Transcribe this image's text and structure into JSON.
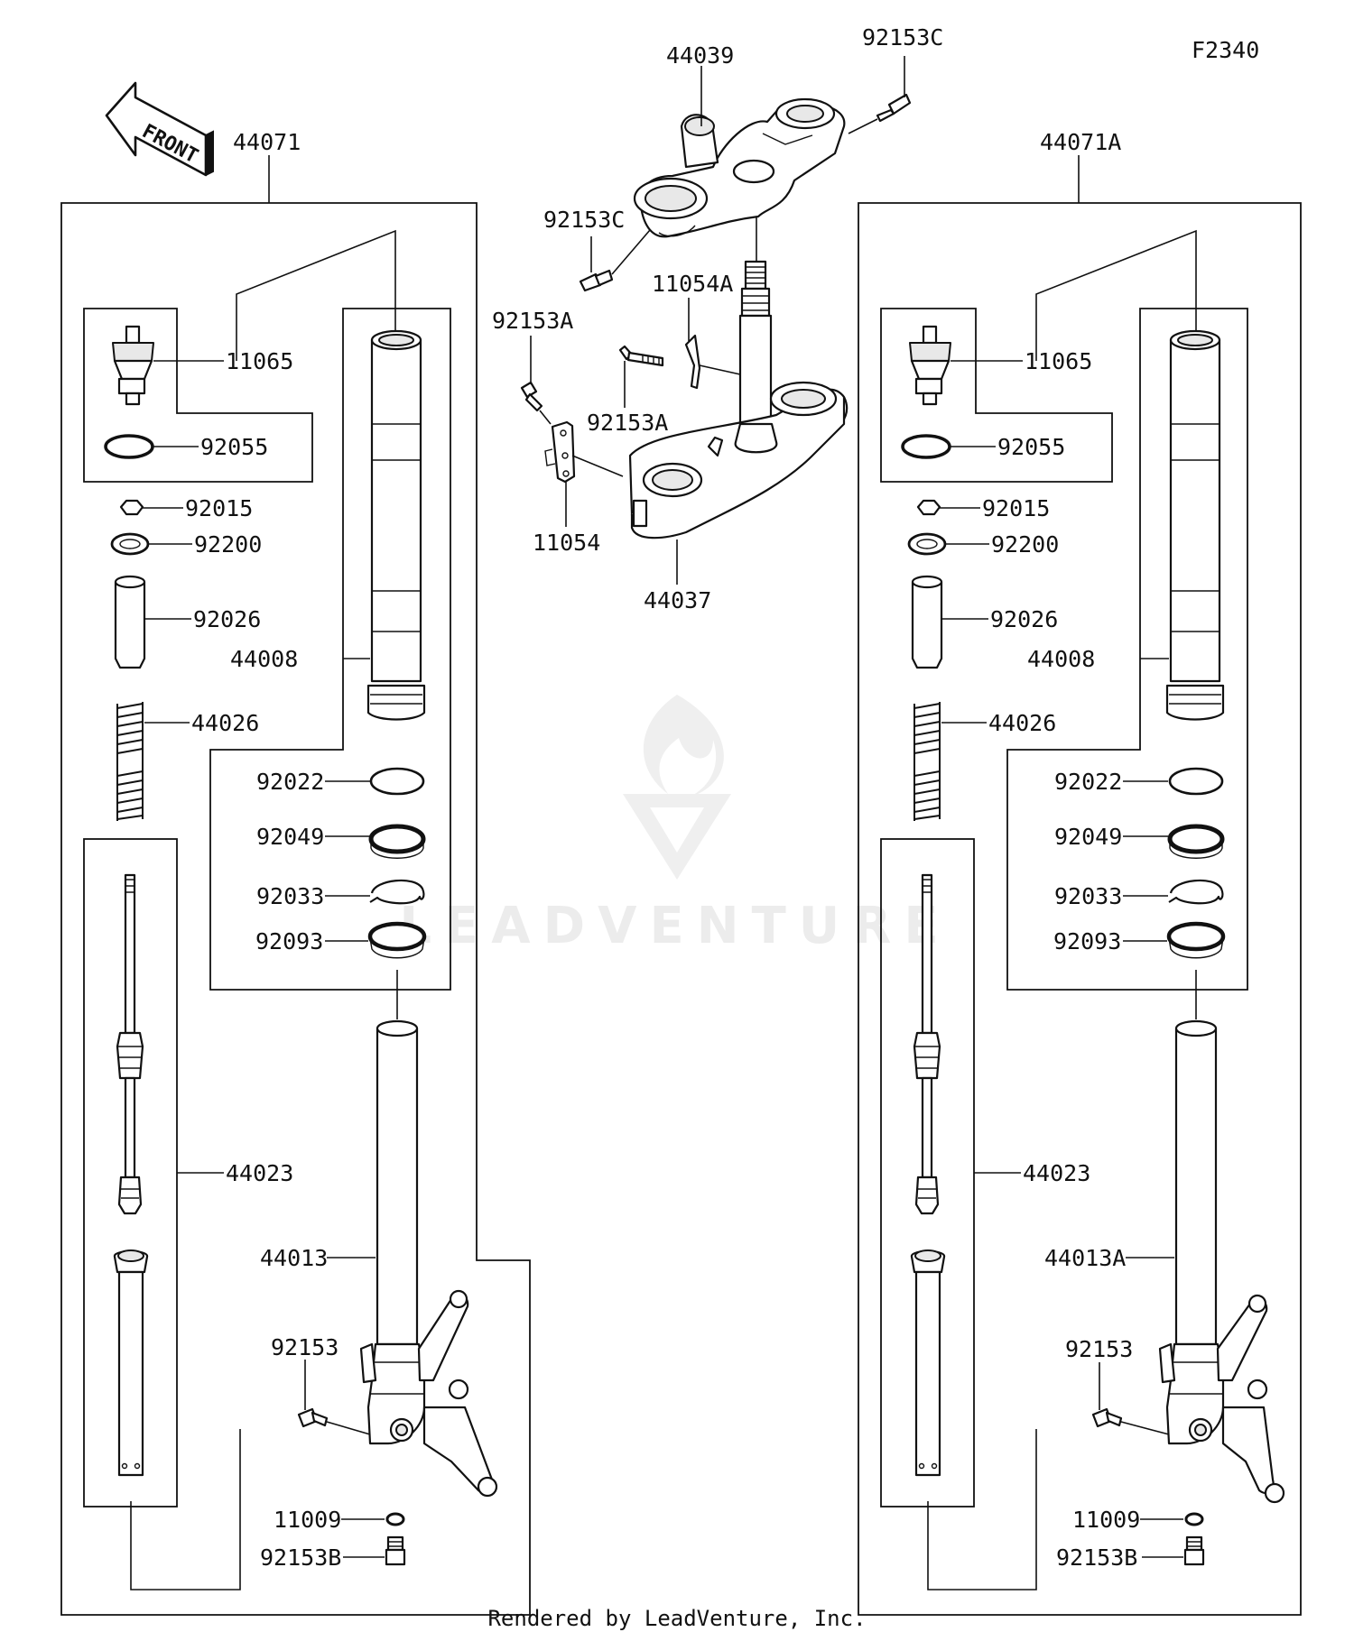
{
  "figure_code": "F2340",
  "front_arrow_text": "FRONT",
  "watermark_text": "LEADVENTURE",
  "footer_text": "Rendered by LeadVenture, Inc.",
  "parts": {
    "top_bracket": "44039",
    "bolt_c_right": "92153C",
    "bolt_c_left": "92153C",
    "clamp_a": "11054A",
    "bolt_a_left": "92153A",
    "bolt_a_mid": "92153A",
    "clamp": "11054",
    "stem_bracket": "44037"
  },
  "left_fork": {
    "assembly": "44071",
    "adjuster": "11065",
    "o_ring": "92055",
    "nut": "92015",
    "washer": "92200",
    "spacer": "92026",
    "spring": "44026",
    "inner_tube": "44008",
    "ring": "92022",
    "oil_seal": "92049",
    "circlip": "92033",
    "dust_seal": "92093",
    "cartridge": "44023",
    "outer_tube": "44013",
    "axle_bolt": "92153",
    "gasket": "11009",
    "bottom_bolt": "92153B"
  },
  "right_fork": {
    "assembly": "44071A",
    "adjuster": "11065",
    "o_ring": "92055",
    "nut": "92015",
    "washer": "92200",
    "spacer": "92026",
    "spring": "44026",
    "inner_tube": "44008",
    "ring": "92022",
    "oil_seal": "92049",
    "circlip": "92033",
    "dust_seal": "92093",
    "cartridge": "44023",
    "outer_tube": "44013A",
    "axle_bolt": "92153",
    "gasket": "11009",
    "bottom_bolt": "92153B"
  }
}
